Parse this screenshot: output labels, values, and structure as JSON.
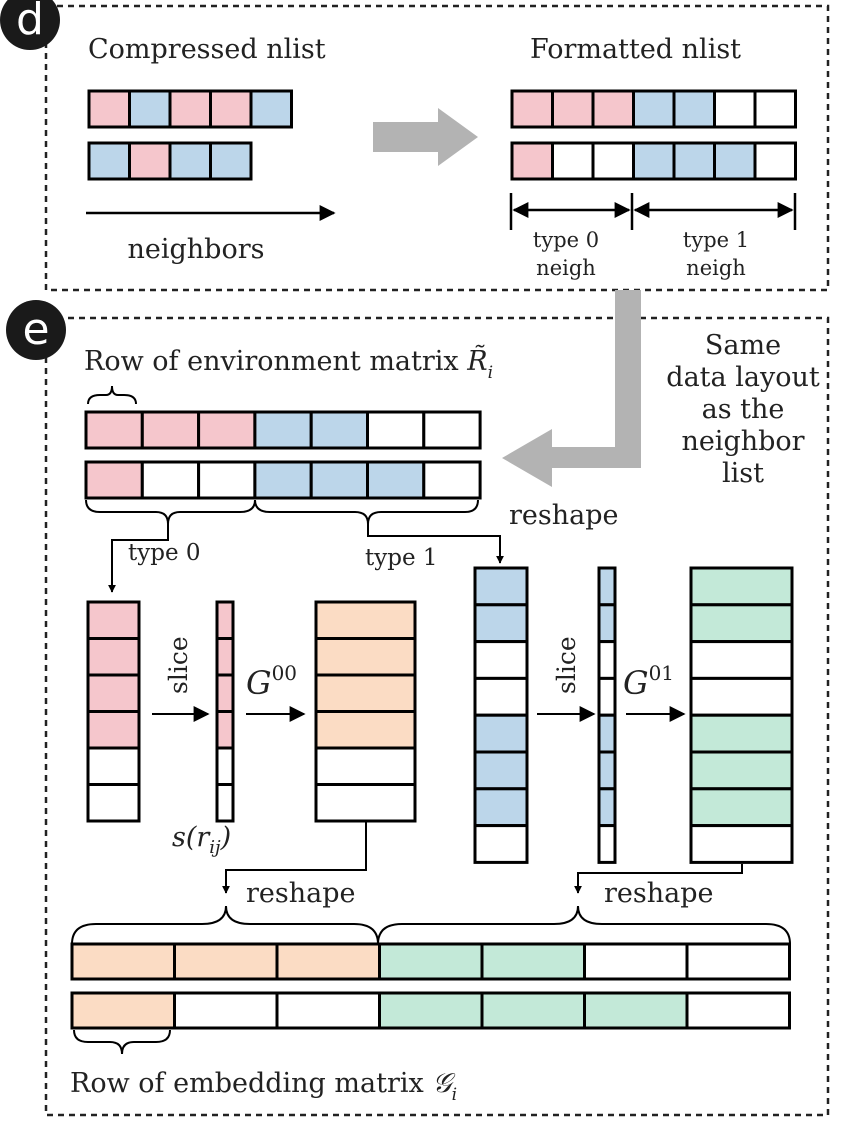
{
  "panel_d": {
    "badge": "d",
    "compressed_title": "Compressed nlist",
    "formatted_title": "Formatted nlist",
    "neighbors_label": "neighbors",
    "type0_line1": "type 0",
    "type0_line2": "neigh",
    "type1_line1": "type 1",
    "type1_line2": "neigh",
    "compressed_rows": [
      [
        "pink",
        "blue",
        "pink",
        "pink",
        "blue"
      ],
      [
        "blue",
        "pink",
        "blue",
        "blue"
      ]
    ],
    "formatted_rows": [
      [
        "pink",
        "pink",
        "pink",
        "blue",
        "blue",
        "white",
        "white"
      ],
      [
        "pink",
        "white",
        "white",
        "blue",
        "blue",
        "blue",
        "white"
      ]
    ]
  },
  "panel_e": {
    "badge": "e",
    "env_row_title": "Row of environment matrix",
    "env_row_symbol": "R̃",
    "env_row_sub": "i",
    "same_layout_note": [
      "Same",
      "data layout",
      "as the",
      "neighbor",
      "list"
    ],
    "reshape_top": "reshape",
    "type0_label": "type 0",
    "type1_label": "type 1",
    "slice_label": "slice",
    "s_rij": "s(r",
    "s_rij_sub": "ij",
    "s_rij_close": ")",
    "g00_base": "G",
    "g00_sup": "00",
    "g01_base": "G",
    "g01_sup": "01",
    "reshape_bottom_left": "reshape",
    "reshape_bottom_right": "reshape",
    "emb_row_title": "Row of embedding matrix",
    "emb_row_symbol": "𝒢",
    "emb_row_sub": "i",
    "env_rows": [
      [
        "pink",
        "pink",
        "pink",
        "blue",
        "blue",
        "white",
        "white"
      ],
      [
        "pink",
        "white",
        "white",
        "blue",
        "blue",
        "blue",
        "white"
      ]
    ],
    "col_type0": [
      "pink",
      "pink",
      "pink",
      "pink",
      "white",
      "white"
    ],
    "col_type1": [
      "blue",
      "blue",
      "white",
      "white",
      "blue",
      "blue",
      "blue",
      "white"
    ],
    "g00_col": [
      "orange",
      "orange",
      "orange",
      "orange",
      "white",
      "white"
    ],
    "g01_col": [
      "green",
      "green",
      "white",
      "white",
      "green",
      "green",
      "green",
      "white"
    ],
    "emb_rows": [
      [
        "orange",
        "orange",
        "orange",
        "green",
        "green",
        "white",
        "white"
      ],
      [
        "orange",
        "white",
        "white",
        "green",
        "green",
        "green",
        "white"
      ]
    ]
  },
  "colors": {
    "pink": "#f5c6cc",
    "blue": "#bcd6ea",
    "orange": "#fbdcc4",
    "green": "#c3e9d8",
    "white": "#ffffff",
    "gray_arrow": "#b3b3b3"
  }
}
